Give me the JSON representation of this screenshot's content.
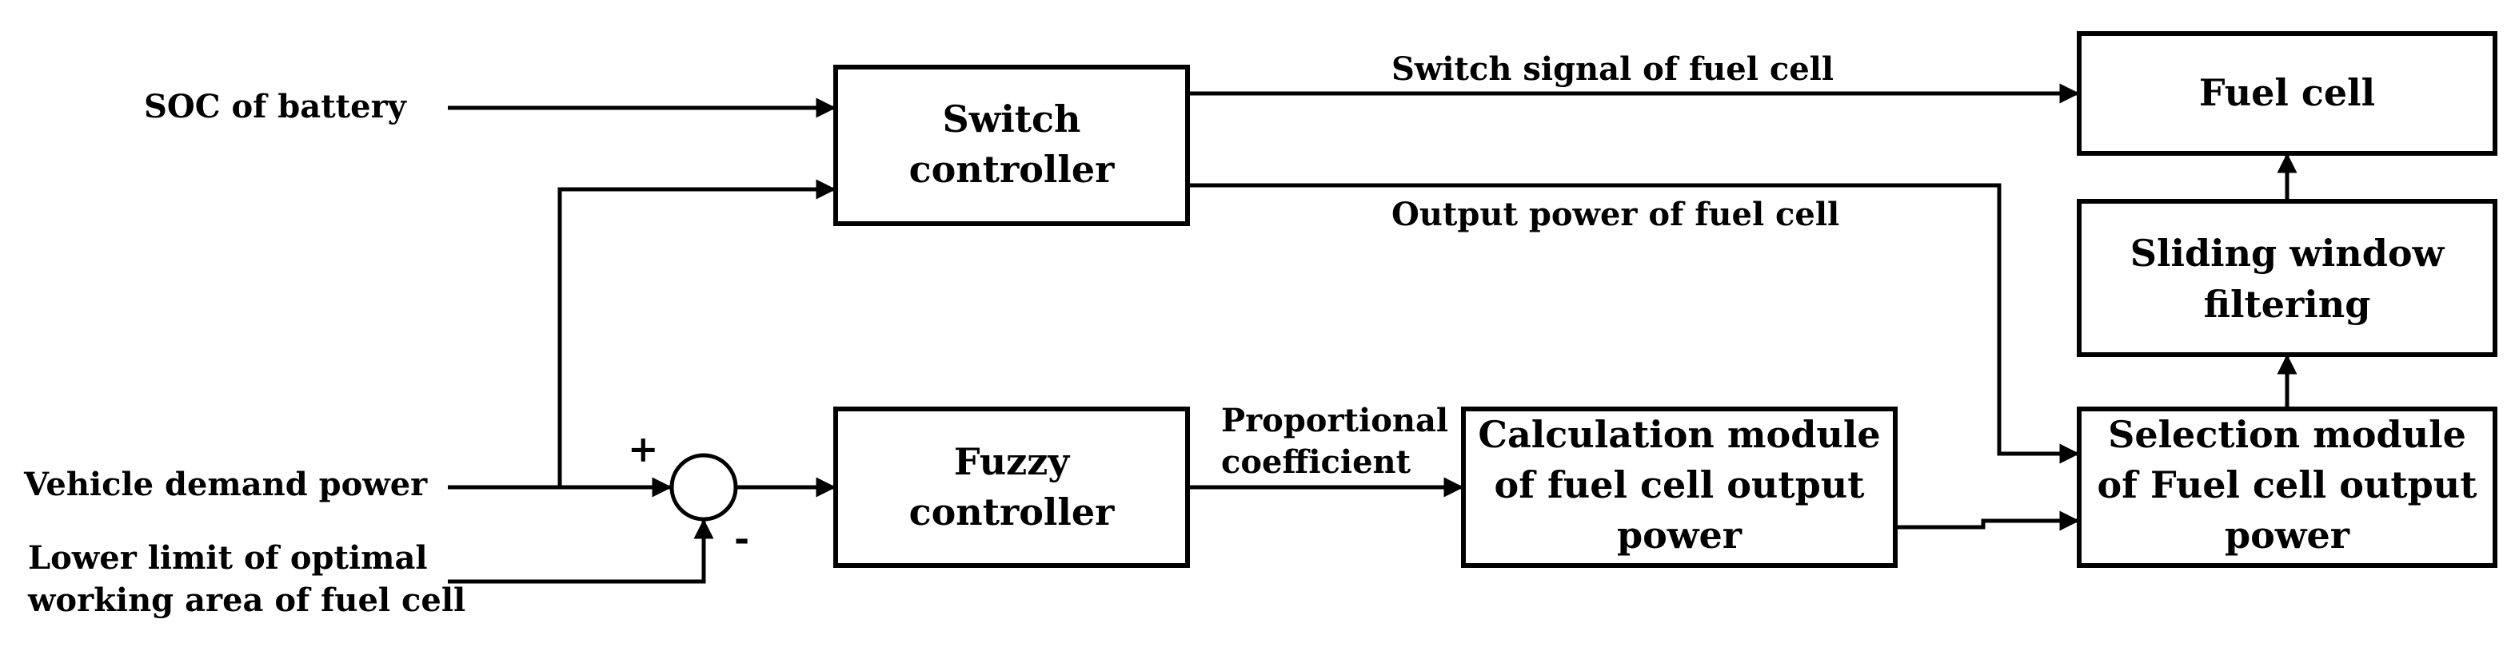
{
  "blocks": {
    "switch_controller": [
      "Switch",
      "controller"
    ],
    "fuel_cell": [
      "Fuel cell"
    ],
    "sliding_window": [
      "Sliding window",
      "filtering"
    ],
    "fuzzy_controller": [
      "Fuzzy",
      "controller"
    ],
    "calculation_module": [
      "Calculation module",
      "of fuel cell output",
      "power"
    ],
    "selection_module": [
      "Selection module",
      "of Fuel cell output",
      "power"
    ]
  },
  "inputs": {
    "soc": "SOC of battery",
    "vehicle_demand": "Vehicle demand power",
    "lower_limit": [
      "Lower limit of optimal",
      "working area of fuel cell"
    ]
  },
  "signals": {
    "switch_signal": "Switch signal of fuel cell",
    "output_power": "Output power of fuel cell",
    "proportional": [
      "Proportional",
      "coefficient"
    ]
  },
  "summing_junction": {
    "plus": "+",
    "minus": "-"
  }
}
